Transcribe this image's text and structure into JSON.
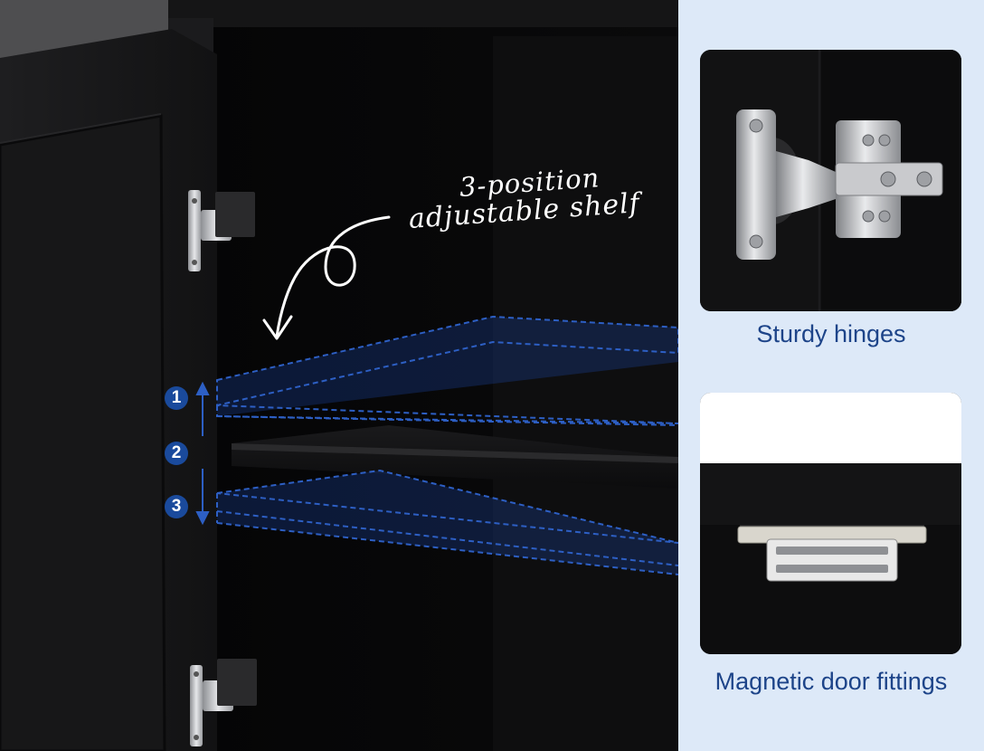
{
  "annotation": {
    "line1": "3-position",
    "line2": "adjustable shelf"
  },
  "positions": [
    "1",
    "2",
    "3"
  ],
  "features": [
    {
      "caption": "Sturdy hinges",
      "icon": "hinge-closeup"
    },
    {
      "caption": "Magnetic door fittings",
      "icon": "magnetic-catch-closeup"
    }
  ],
  "colors": {
    "panel_background": "#dde9f8",
    "caption_text": "#1d4489",
    "badge_fill": "#1a4a9c",
    "shelf_outline": "#2d5fc4",
    "cabinet_black": "#0d0d0e"
  }
}
